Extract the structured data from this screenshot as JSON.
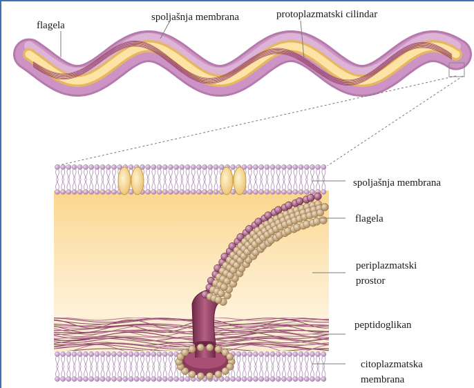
{
  "labels": {
    "flagela_top": "flagela",
    "outer_membrane_top": "spoljašnja membrana",
    "protoplasmic_cylinder": "protoplazmatski cilindar",
    "outer_membrane": "spoljašnja membrana",
    "flagela": "flagela",
    "periplasmic_line1": "periplazmatski",
    "periplasmic_line2": "prostor",
    "peptidoglycan": "peptidoglikan",
    "cytoplasmic_line1": "citoplazmatska",
    "cytoplasmic_line2": "membrana"
  },
  "colors": {
    "outer_sheath": "#c98bc0",
    "outer_sheath_light": "#e9c9e4",
    "cylinder": "#f6d27f",
    "cylinder_light": "#fdf0c6",
    "periplasm": "#fbd68c",
    "lipid_head": "#c9a6cc",
    "flagellum": "#8c3a5c",
    "basal_bead": "#c8a77c",
    "peptidoglycan": "#8a4664",
    "frame": "#3b6fb6"
  }
}
